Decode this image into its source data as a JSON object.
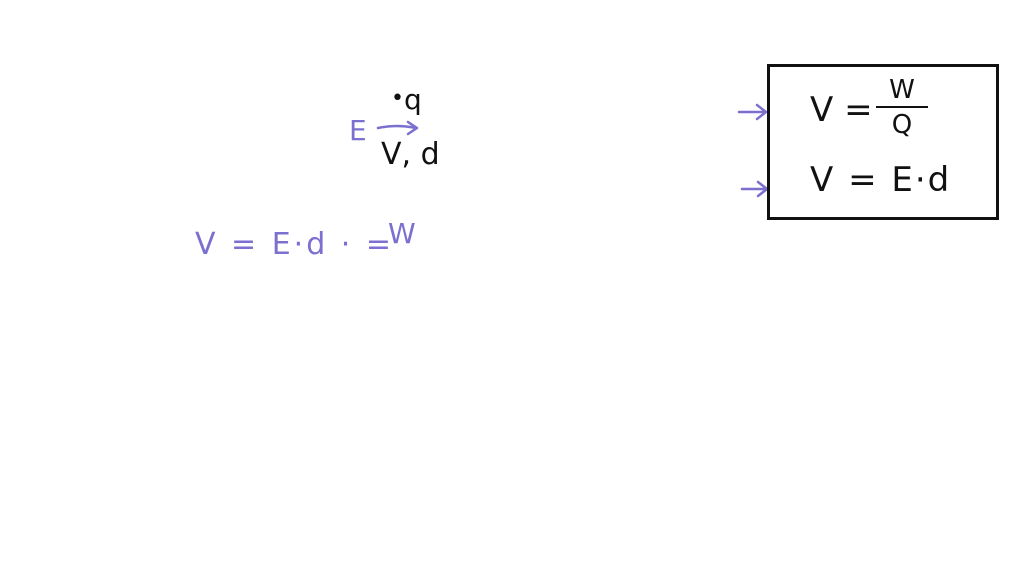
{
  "colors": {
    "background": "#ffffff",
    "ink_black": "#111111",
    "ink_purple": "#7b6fd0"
  },
  "sketch": {
    "charge_label": "q",
    "field_label": "E",
    "quantities_label": "V,  d"
  },
  "derivation": {
    "text": "V = E·d · =",
    "trailing": "W"
  },
  "formula_box": {
    "formula1": {
      "lhs": "V =",
      "numerator": "W",
      "denominator": "Q"
    },
    "formula2": "V = E·d"
  }
}
